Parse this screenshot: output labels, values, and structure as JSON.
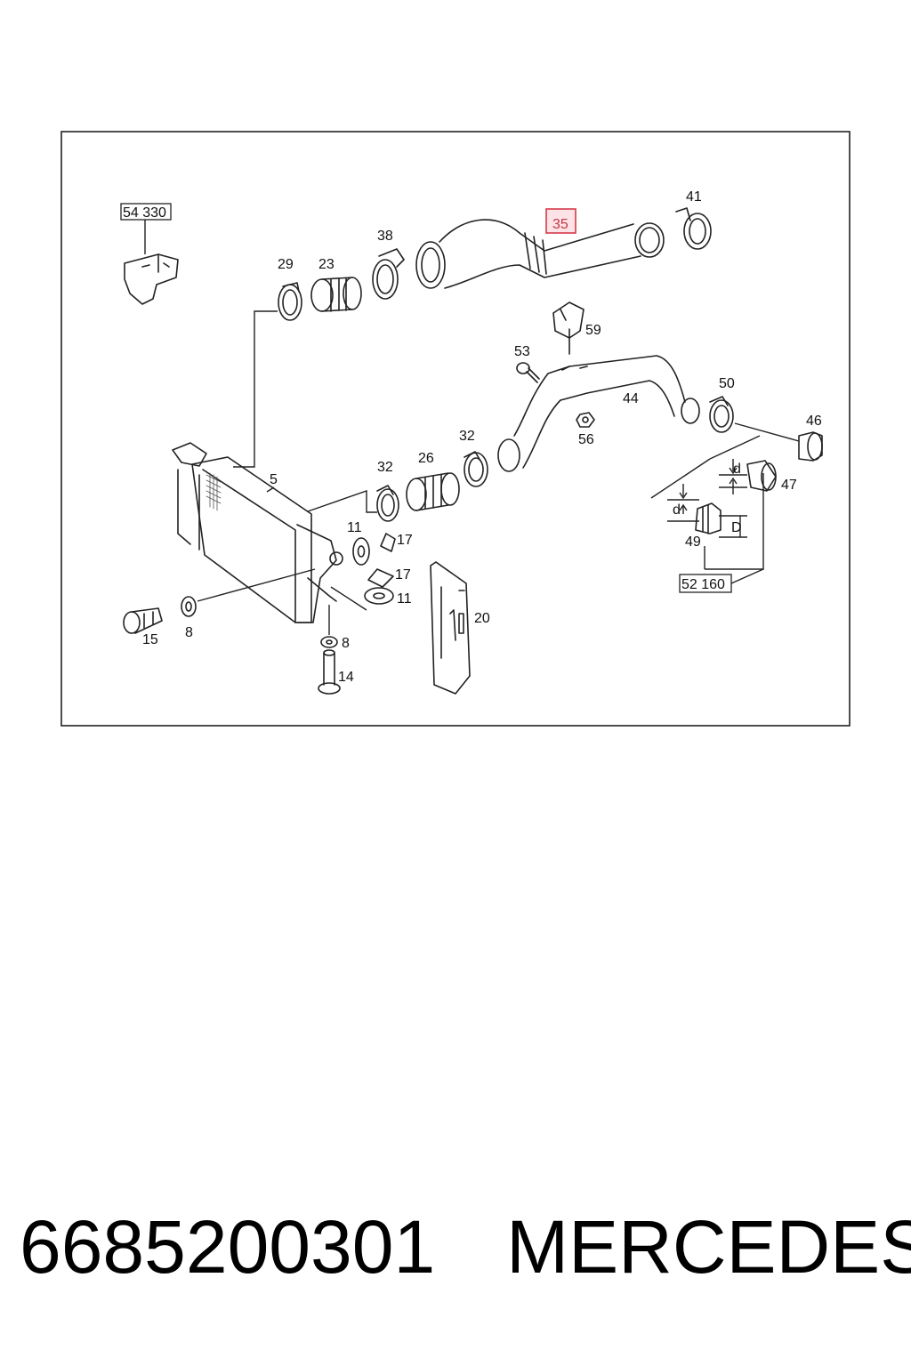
{
  "diagram": {
    "callouts": {
      "c54330": "54 330",
      "c52160": "52 160",
      "c35": "35",
      "c41": "41",
      "c38": "38",
      "c29": "29",
      "c23": "23",
      "c59": "59",
      "c53": "53",
      "c44": "44",
      "c50": "50",
      "c56": "56",
      "c46": "46",
      "c32a": "32",
      "c32b": "32",
      "c26": "26",
      "c5": "5",
      "c47": "47",
      "c49": "49",
      "c11a": "11",
      "c11b": "11",
      "c17a": "17",
      "c17b": "17",
      "c20": "20",
      "c15": "15",
      "c8a": "8",
      "c8b": "8",
      "c14": "14",
      "d1": "d",
      "d2": "d",
      "bigD": "D"
    },
    "highlighted_part": "35",
    "highlight_color": "#d23a4a"
  },
  "caption": {
    "part_number": "6685200301",
    "brand": "MERCEDES"
  }
}
